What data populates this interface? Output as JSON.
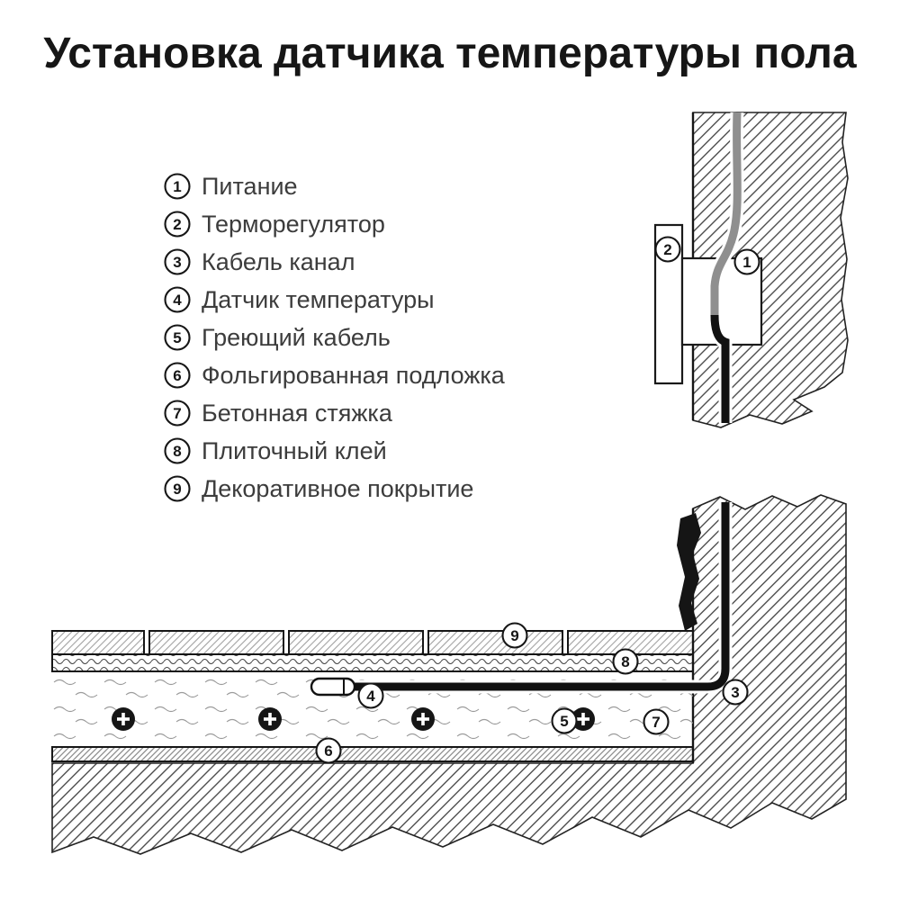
{
  "title": "Установка датчика температуры пола",
  "legend": {
    "items": [
      {
        "number": "1",
        "label": "Питание"
      },
      {
        "number": "2",
        "label": "Терморегулятор"
      },
      {
        "number": "3",
        "label": "Кабель канал"
      },
      {
        "number": "4",
        "label": "Датчик температуры"
      },
      {
        "number": "5",
        "label": "Греющий кабель"
      },
      {
        "number": "6",
        "label": "Фольгированная подложка"
      },
      {
        "number": "7",
        "label": "Бетонная стяжка"
      },
      {
        "number": "8",
        "label": "Плиточный клей"
      },
      {
        "number": "9",
        "label": "Декоративное покрытие"
      }
    ]
  },
  "colors": {
    "background": "#ffffff",
    "ink": "#161616",
    "hatch": "#3f3f3f",
    "power_cable_gray": "#8f8f8f",
    "conduit_black": "#111111"
  }
}
